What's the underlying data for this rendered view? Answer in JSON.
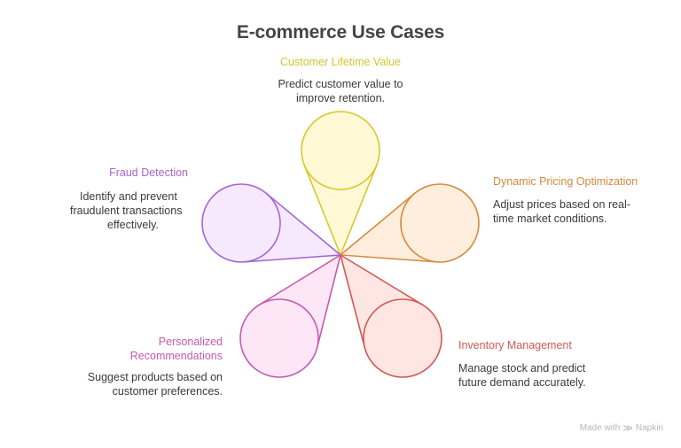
{
  "title": "E-commerce Use Cases",
  "center_point": "hub",
  "items": [
    {
      "id": "customer-lifetime-value",
      "label": "Customer Lifetime Value",
      "description_lines": [
        "Predict customer value to",
        "improve retention."
      ],
      "stroke": "#d9c72e",
      "fill": "#fff9d6",
      "text_color": "#d4c52a"
    },
    {
      "id": "dynamic-pricing-optimization",
      "label": "Dynamic Pricing Optimization",
      "description_lines": [
        "Adjust prices based on real-",
        "time market conditions."
      ],
      "stroke": "#d78a3c",
      "fill": "#ffeedd",
      "text_color": "#d4893c"
    },
    {
      "id": "inventory-management",
      "label": "Inventory Management",
      "description_lines": [
        "Manage stock and predict",
        "future demand accurately."
      ],
      "stroke": "#cf5a55",
      "fill": "#ffe6e3",
      "text_color": "#d05a55"
    },
    {
      "id": "personalized-recommendations",
      "label_lines": [
        "Personalized",
        "Recommendations"
      ],
      "description_lines": [
        "Suggest products based on",
        "customer preferences."
      ],
      "stroke": "#c65bb2",
      "fill": "#fde6f6",
      "text_color": "#c65bb2"
    },
    {
      "id": "fraud-detection",
      "label": "Fraud Detection",
      "description_lines": [
        "Identify and prevent",
        "fraudulent transactions",
        "effectively."
      ],
      "stroke": "#a467d2",
      "fill": "#f6e9fd",
      "text_color": "#a765d2"
    }
  ],
  "footer": {
    "made_with": "Made with",
    "brand": "Napkin",
    "brand_icon": "napkin-logo-icon"
  }
}
